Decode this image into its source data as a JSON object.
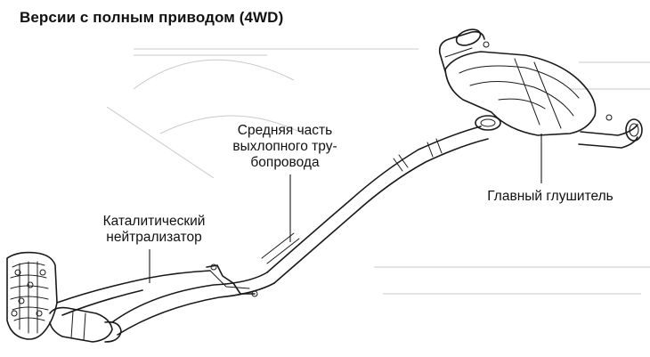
{
  "title": "Версии с полным приводом (4WD)",
  "labels": {
    "middle_pipe": {
      "line1": "Средняя часть",
      "line2": "выхлопного тру-",
      "line3": "бопровода"
    },
    "catalytic_converter": {
      "line1": "Каталитический",
      "line2": "нейтрализатор"
    },
    "main_muffler": {
      "line1": "Главный глушитель"
    }
  },
  "colors": {
    "line": "#1a1a1a",
    "background": "#ffffff",
    "ghost_print": "#c9c9c9"
  }
}
